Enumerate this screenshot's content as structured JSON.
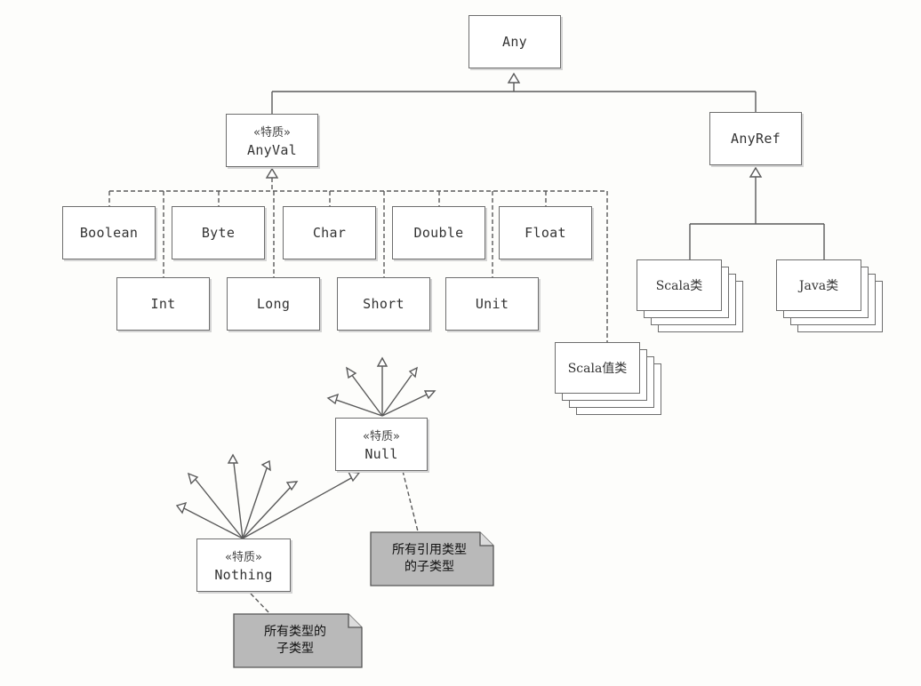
{
  "diagram": {
    "any": "Any",
    "anyval": {
      "stereotype": "«特质»",
      "name": "AnyVal"
    },
    "anyref": "AnyRef",
    "value_types": [
      "Boolean",
      "Byte",
      "Char",
      "Double",
      "Float",
      "Int",
      "Long",
      "Short",
      "Unit"
    ],
    "scala_value_classes": "Scala值类",
    "scala_classes": "Scala类",
    "java_classes": "Java类",
    "null": {
      "stereotype": "«特质»",
      "name": "Null"
    },
    "nothing": {
      "stereotype": "«特质»",
      "name": "Nothing"
    },
    "notes": {
      "null_note_line1": "所有引用类型",
      "null_note_line2": "的子类型",
      "nothing_note_line1": "所有类型的",
      "nothing_note_line2": "子类型"
    }
  },
  "colors": {
    "box_border": "#6e6e6e",
    "line": "#5a5a5a",
    "note_fill": "#b9b9b9"
  }
}
